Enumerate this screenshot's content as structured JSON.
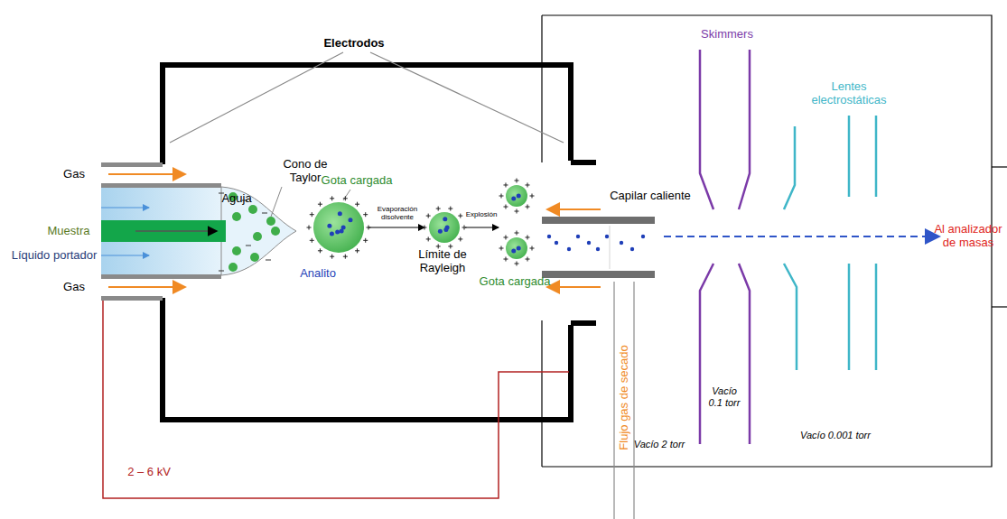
{
  "diagram": {
    "labels": [
      "Electrodos",
      "Gas",
      "Muestra",
      "Líquido portador",
      "Gas",
      "Aguja",
      "Cono de Taylor",
      "Gota cargada",
      "Analito",
      "Evaporación disolvente",
      "Límite de Rayleigh",
      "Explosión",
      "Gota cargada",
      "Capilar caliente",
      "Skimmers",
      "Lentes electrostáticas",
      "Al analizador de masas",
      "Flujo gas de secado",
      "Vacío 2 torr",
      "Vacío 0.1 torr",
      "Vacío 0.001 torr",
      "2 – 6 kV"
    ]
  }
}
